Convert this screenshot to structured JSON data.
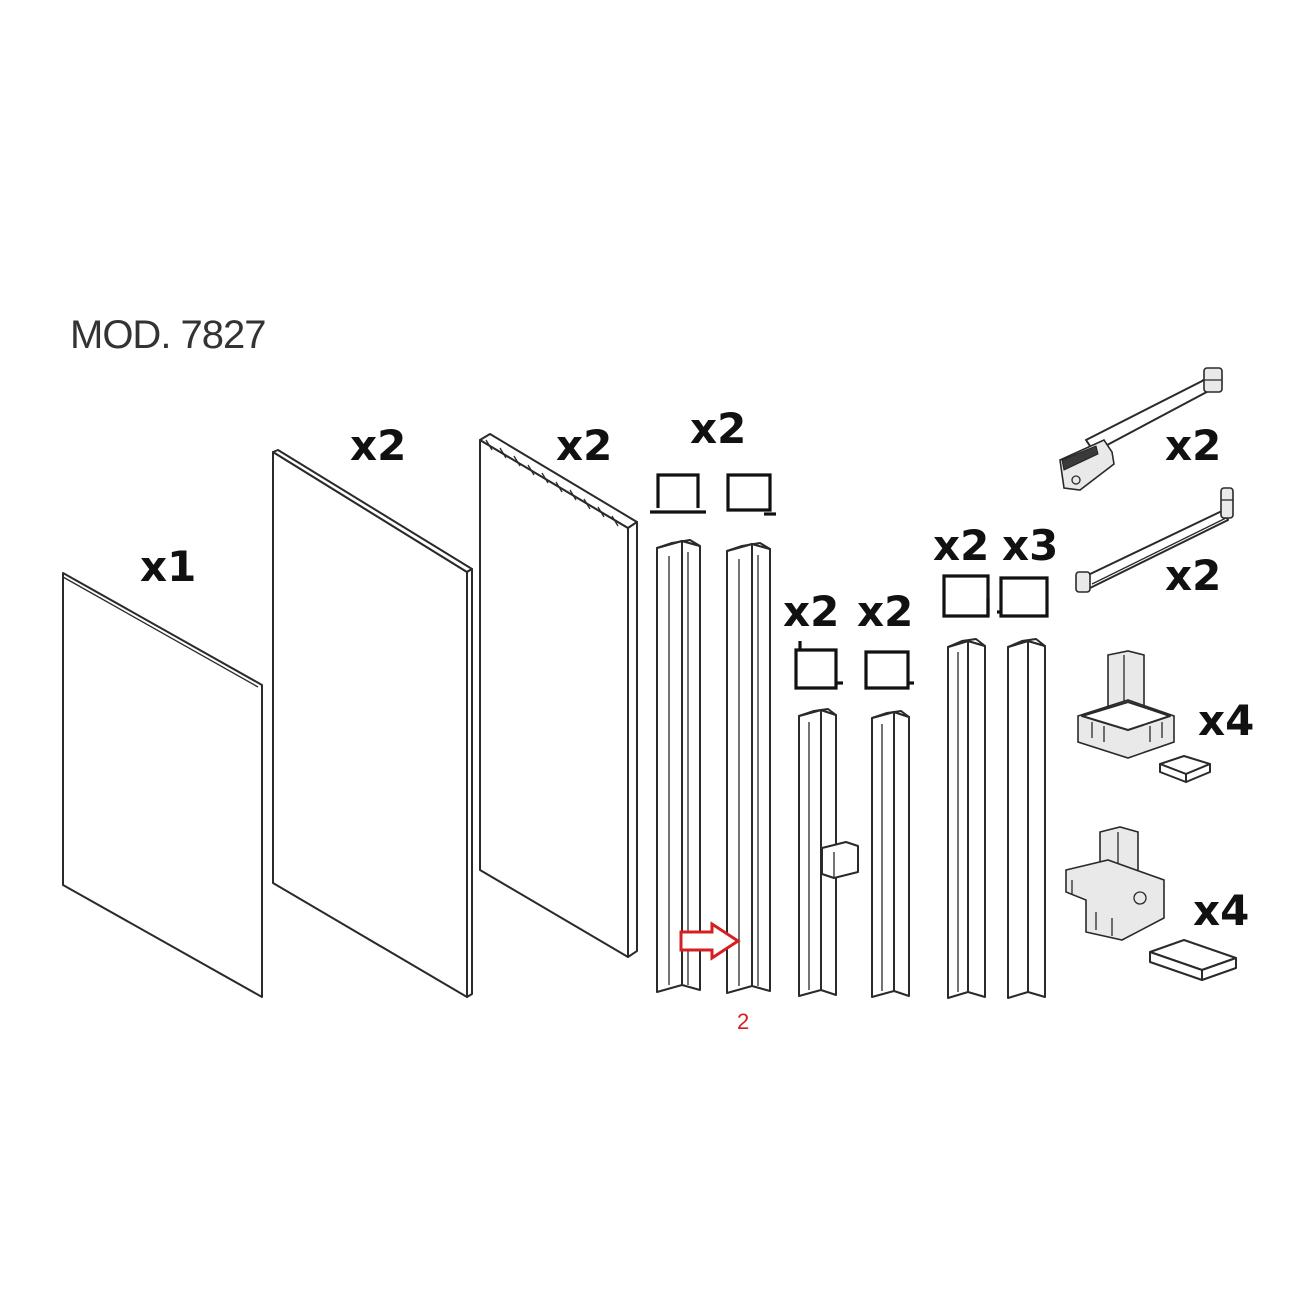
{
  "title": "MOD. 7827",
  "callout": {
    "label": "2",
    "arrow_color": "#d42020"
  },
  "quantities": {
    "panel_a": "x1",
    "panel_b": "x2",
    "panel_c": "x2",
    "post_pair_1": "x2",
    "post_a": "x2",
    "post_b": "x2",
    "post_c": "x2",
    "post_d": "x3",
    "arm_a": "x2",
    "arm_b": "x2",
    "connector_a": "x4",
    "connector_b": "x4"
  }
}
